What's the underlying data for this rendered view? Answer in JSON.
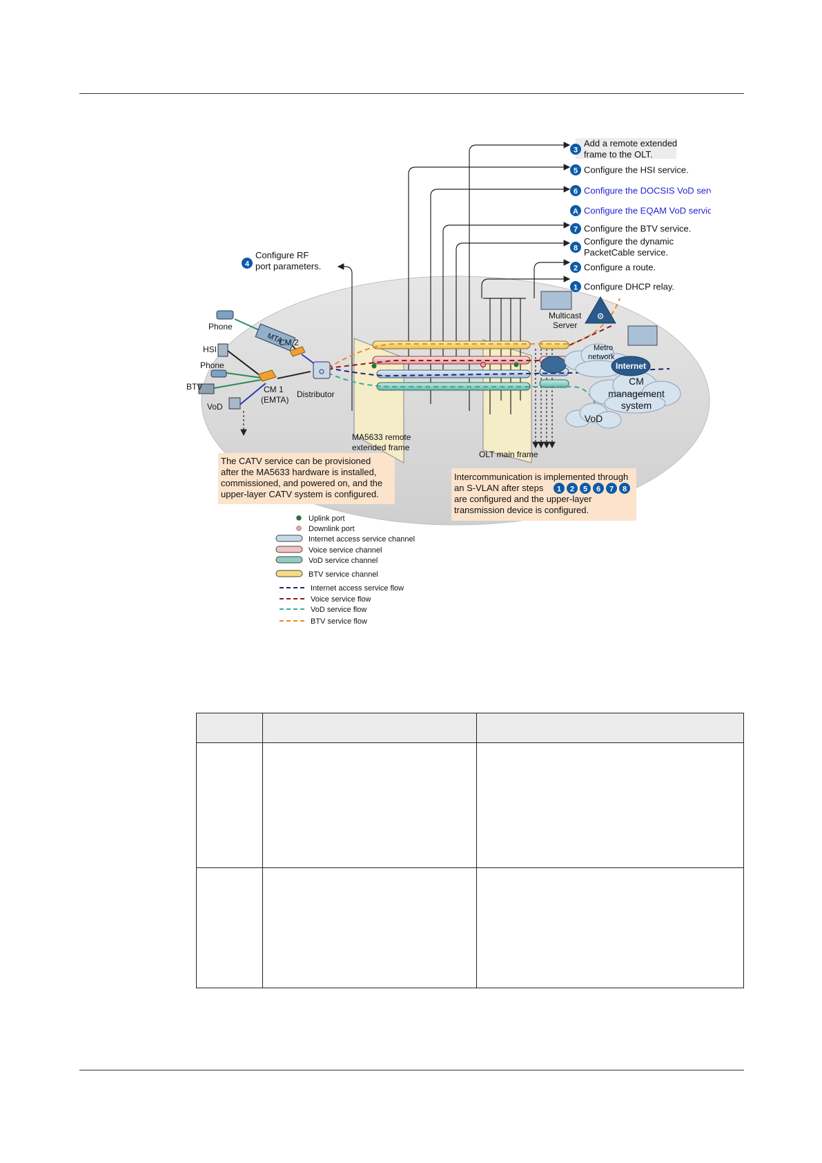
{
  "steps": [
    {
      "num": "3",
      "line1": "Add a remote extended",
      "line2": "frame to the OLT."
    },
    {
      "num": "5",
      "line1": "Configure the HSI service."
    },
    {
      "num": "6",
      "line1": "Configure the DOCSIS VoD service."
    },
    {
      "num": "A",
      "line1": "Configure the EQAM VoD service."
    },
    {
      "num": "7",
      "line1": "Configure the BTV service."
    },
    {
      "num": "8",
      "line1": "Configure the dynamic",
      "line2": "PacketCable service."
    },
    {
      "num": "2",
      "line1": "Configure a route."
    },
    {
      "num": "1",
      "line1": "Configure DHCP relay."
    }
  ],
  "rf_step": {
    "num": "4",
    "line1": "Configure RF",
    "line2": "port parameters."
  },
  "devices": {
    "phone_top": "Phone",
    "mta": "MTA",
    "cm2": "CM 2",
    "hsi": "HSI",
    "phone_mid": "Phone",
    "btv": "BTV",
    "cm1_line1": "CM 1",
    "cm1_line2": "(EMTA)",
    "vod_left": "VoD",
    "distributor": "Distributor",
    "ma5633_line1": "MA5633 remote",
    "ma5633_line2": "extended frame",
    "olt": "OLT main frame",
    "multicast_line1": "Multicast",
    "multicast_line2": "Server",
    "metro_line1": "Metro",
    "metro_line2": "network",
    "internet": "Internet",
    "cm_mgmt_line1": "CM",
    "cm_mgmt_line2": "management",
    "cm_mgmt_line3": "system",
    "vod_right": "VoD"
  },
  "notes": {
    "catv": [
      "The CATV service can be provisioned",
      "after the MA5633 hardware is installed,",
      "commissioned, and powered on, and the",
      "upper-layer CATV system is configured."
    ],
    "svlan_line1": "Intercommunication is implemented through",
    "svlan_line2": "an S-VLAN after steps",
    "svlan_steps": [
      "1",
      "2",
      "5",
      "6",
      "7",
      "8"
    ],
    "svlan_line3": "are configured and the upper-layer",
    "svlan_line4": "transmission device is configured."
  },
  "legend": [
    {
      "kind": "dot",
      "color": "#1f7a2e",
      "label": "Uplink port"
    },
    {
      "kind": "dot",
      "color": "#e8a0a8",
      "label": "Downlink port"
    },
    {
      "kind": "pipe",
      "color": "#c4d9e8",
      "label": "Internet access service channel"
    },
    {
      "kind": "pipe",
      "color": "#f2c3c3",
      "label": "Voice service channel"
    },
    {
      "kind": "pipe",
      "color": "#8fcdc2",
      "label": "VoD service channel"
    },
    {
      "kind": "pipe",
      "color": "#f5dc82",
      "label": "BTV service channel"
    },
    {
      "kind": "dash",
      "color": "#1a237e",
      "label": "Internet access service flow"
    },
    {
      "kind": "dash",
      "color": "#8b1a1a",
      "label": "Voice service flow"
    },
    {
      "kind": "dash",
      "color": "#3aa89a",
      "label": "VoD service flow"
    },
    {
      "kind": "dash",
      "color": "#e8882a",
      "label": "BTV service flow"
    }
  ],
  "colors": {
    "step_badge": "#0d5aa7",
    "link_text": "#2323d6",
    "note_bg": "#fbe3cc",
    "ellipse": "#d9d9d9"
  },
  "table": {
    "headers": [
      "",
      "",
      ""
    ],
    "rows": [
      [
        "",
        "",
        ""
      ],
      [
        "",
        "",
        ""
      ]
    ]
  }
}
